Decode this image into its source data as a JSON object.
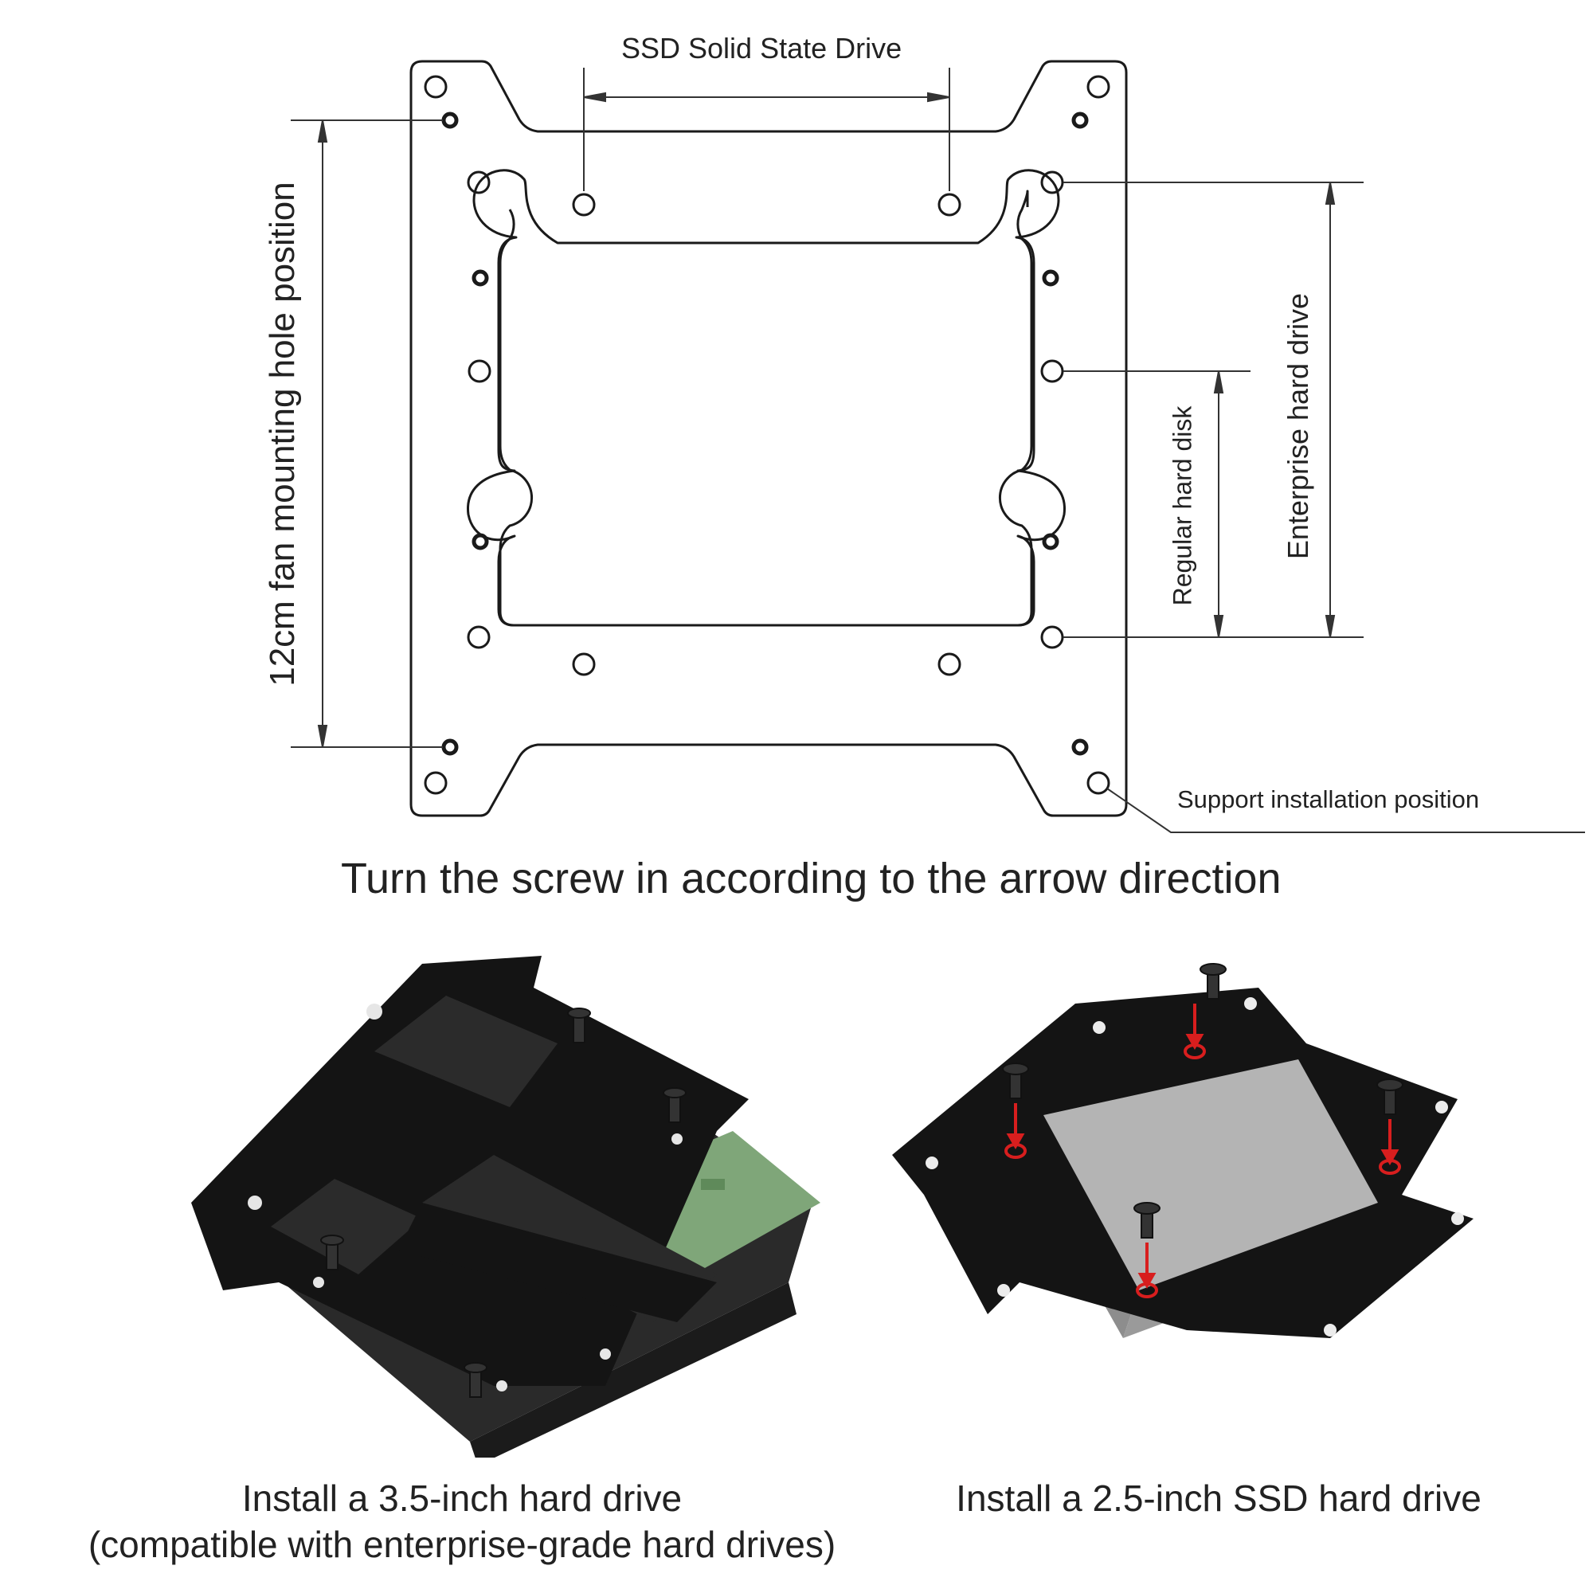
{
  "diagram": {
    "ssd_label": "SSD Solid State Drive",
    "fan_label": "12cm fan mounting hole position",
    "enterprise_label": "Enterprise hard drive",
    "regular_label": "Regular hard disk",
    "support_label": "Support installation position"
  },
  "instruction": "Turn the screw in according to the arrow direction",
  "photos": [
    {
      "caption_line1": "Install a 3.5-inch hard drive",
      "caption_line2": "(compatible with enterprise-grade hard drives)"
    },
    {
      "caption_line1": "Install a 2.5-inch SSD hard drive"
    }
  ],
  "colors": {
    "line": "#1a1a1a",
    "plate": "#141414",
    "pcb": "#7fa679",
    "ssd": "#b9b9b9",
    "marker": "#d81e1e"
  }
}
